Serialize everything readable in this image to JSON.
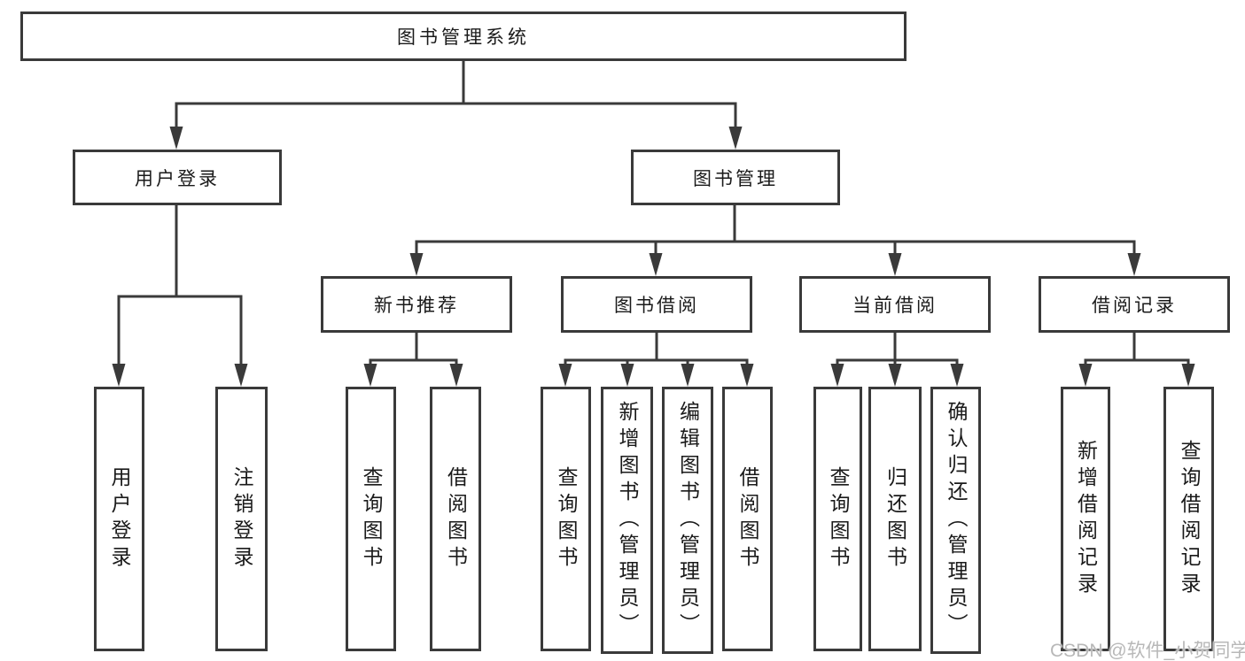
{
  "diagram": {
    "root": {
      "label": "图书管理系统"
    },
    "level2": [
      {
        "label": "用户登录"
      },
      {
        "label": "图书管理"
      }
    ],
    "level3": [
      {
        "label": "新书推荐"
      },
      {
        "label": "图书借阅"
      },
      {
        "label": "当前借阅"
      },
      {
        "label": "借阅记录"
      }
    ],
    "leaves": [
      {
        "label": "用户登录"
      },
      {
        "label": "注销登录"
      },
      {
        "label": "查询图书"
      },
      {
        "label": "借阅图书"
      },
      {
        "label": "查询图书"
      },
      {
        "label": "新增图书（管理员）"
      },
      {
        "label": "编辑图书（管理员）"
      },
      {
        "label": "借阅图书"
      },
      {
        "label": "查询图书"
      },
      {
        "label": "归还图书"
      },
      {
        "label": "确认归还（管理员）"
      },
      {
        "label": "新增借阅记录"
      },
      {
        "label": "查询借阅记录"
      }
    ]
  },
  "watermark": {
    "text": "CSDN @软件_小贺同学"
  },
  "colors": {
    "line": "#3a3a3a",
    "box_border": "#3a3a3a",
    "text": "#1a1a1a",
    "watermark": "#b8b8b8",
    "background": "#ffffff"
  }
}
